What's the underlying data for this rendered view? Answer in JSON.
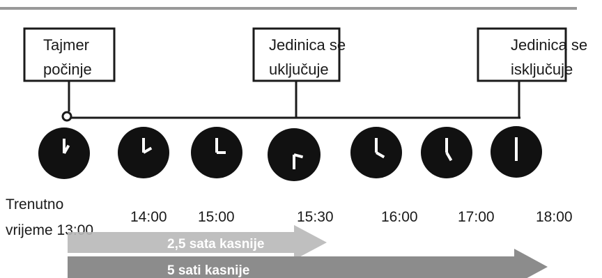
{
  "events": [
    {
      "id": "timer-start",
      "lines": [
        "Tajmer",
        "počinje"
      ]
    },
    {
      "id": "unit-on",
      "lines": [
        "Jedinica se",
        "uključuje"
      ]
    },
    {
      "id": "unit-off",
      "lines": [
        "Jedinica se",
        "isključuje"
      ]
    }
  ],
  "current_time": [
    "Trenutno",
    "vrijeme 13:00"
  ],
  "times": [
    "14:00",
    "15:00",
    "15:30",
    "16:00",
    "17:00",
    "18:00"
  ],
  "clocks": [
    {
      "label": "13:00",
      "hour": 1,
      "minute": 0
    },
    {
      "label": "14:00",
      "hour": 2,
      "minute": 0
    },
    {
      "label": "15:00",
      "hour": 3,
      "minute": 0
    },
    {
      "label": "15:30",
      "hour": 3,
      "minute": 30
    },
    {
      "label": "16:00",
      "hour": 4,
      "minute": 0
    },
    {
      "label": "17:00",
      "hour": 5,
      "minute": 0
    },
    {
      "label": "18:00",
      "hour": 6,
      "minute": 0
    }
  ],
  "arrows": [
    {
      "label": "2,5 sata kasnije",
      "color": "#b8b8b8"
    },
    {
      "label": "5 sati kasnije",
      "color": "#8c8c8c"
    }
  ],
  "colors": {
    "ink": "#1a1a1a",
    "rule": "#999999",
    "clock": "#111111",
    "hands": "#ffffff"
  }
}
